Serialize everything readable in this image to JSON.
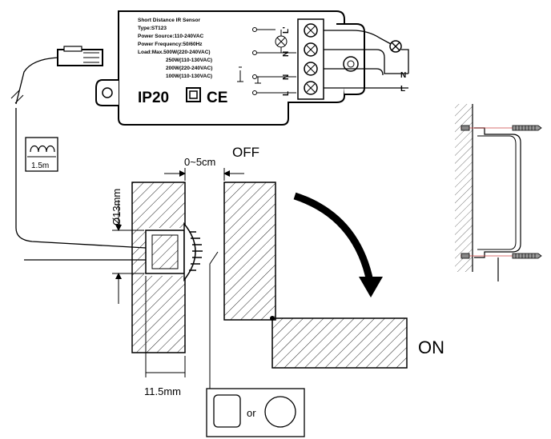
{
  "sensor_label": {
    "line1": "Short Distance IR Sensor",
    "line2": "Type:ST123",
    "line3": "Power Source:110-240VAC",
    "line4": "Power Frequency:50/60Hz",
    "line5": "Load:Max.500W(220-240VAC)",
    "line6": "250W(110-130VAC)",
    "line7": "200W(220-240VAC)",
    "line8": "100W(110-130VAC)"
  },
  "rating": {
    "ip": "IP20",
    "ce": "CE"
  },
  "terminals": {
    "l_out": "L'",
    "n1": "N",
    "n2": "N",
    "l_in": "L"
  },
  "mains": {
    "n": "N",
    "l": "L"
  },
  "cable": {
    "length": "1.5m"
  },
  "dimensions": {
    "gap": "0~5cm",
    "diameter": "Ø13mm",
    "depth": "11.5mm"
  },
  "states": {
    "off": "OFF",
    "on": "ON"
  },
  "hole_shapes": {
    "or": "or"
  }
}
